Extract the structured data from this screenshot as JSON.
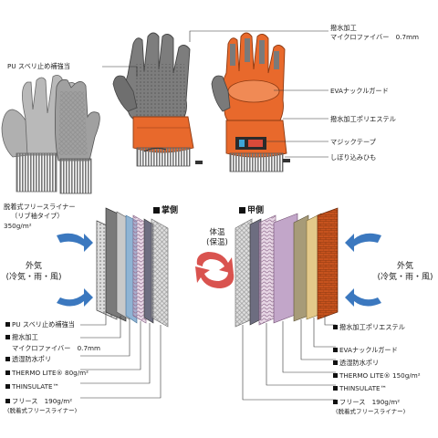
{
  "top_labels": {
    "pu": "PU スベリ止め補強当",
    "water_repellent": "撥水加工",
    "microfiber": "マイクロファイバー　0.7mm",
    "eva": "EVAナックルガード",
    "polyester": "撥水加工ポリエステル",
    "magic_tape": "マジックテープ",
    "drawstring": "しぼり込みひも",
    "liner_line1": "脱着式フリースライナー",
    "liner_line2": "（リブ袖タイプ）",
    "liner_line3": "350g/m²"
  },
  "section_headers": {
    "palm": "掌側",
    "back": "甲側"
  },
  "center_text": "体温\n(保温)",
  "outside_left": "外気\n(冷気・雨・風)",
  "outside_right": "外気\n(冷気・雨・風)",
  "palm_layers": [
    {
      "label": "PU スベリ止め補強当"
    },
    {
      "label": "撥水加工"
    },
    {
      "label": "マイクロファイバー　0.7mm",
      "sub": true
    },
    {
      "label": "透湿防水ポリ"
    },
    {
      "label": "THERMO LITE® 80g/m²"
    },
    {
      "label": "THINSULATE™"
    },
    {
      "label": "フリース　190g/m²"
    },
    {
      "label": "(脱着式フリースライナー)",
      "sub": true
    }
  ],
  "back_layers": [
    {
      "label": "撥水加工ポリエステル"
    },
    {
      "label": "EVAナックルガード"
    },
    {
      "label": "透湿防水ポリ"
    },
    {
      "label": "THERMO LITE® 150g/m²"
    },
    {
      "label": "THINSULATE™"
    },
    {
      "label": "フリース　190g/m²"
    },
    {
      "label": "(脱着式フリースライナー)",
      "sub": true
    }
  ],
  "colors": {
    "orange": "#e8692c",
    "gray": "#8a8a8a",
    "dark_gray": "#5a5a5a",
    "arrow_blue": "#3b78bf",
    "arrow_red": "#d9534f"
  }
}
